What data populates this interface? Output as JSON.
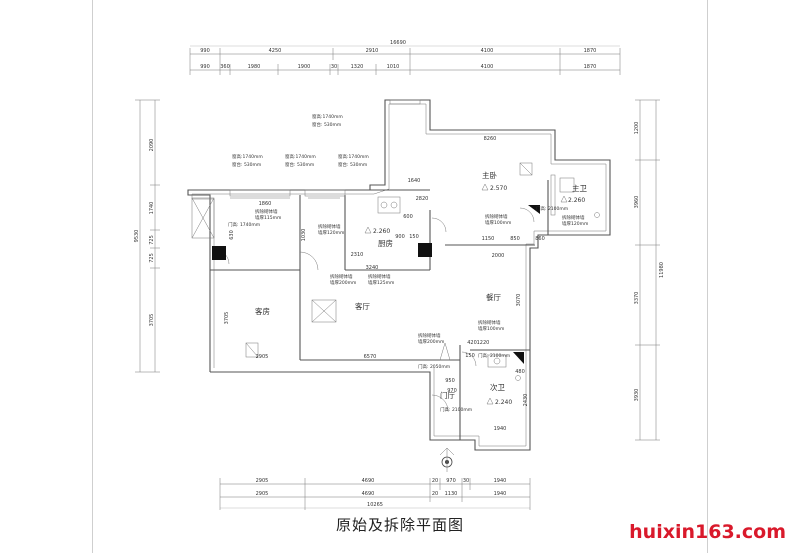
{
  "title": "原始及拆除平面图",
  "watermark": "huixin163.com",
  "dimensions": {
    "top_total": "16690",
    "top_row1": [
      "990",
      "4250",
      "2910",
      "4100",
      "1870"
    ],
    "top_row2": [
      "990",
      "360",
      "1980",
      "1900",
      "30",
      "1320",
      "1010",
      "4100",
      "1870"
    ],
    "bottom_row1": [
      "2905",
      "4690",
      "20",
      "970",
      "30",
      "1940"
    ],
    "bottom_row2": [
      "2905",
      "4690",
      "20",
      "1130",
      "1940"
    ],
    "bottom_total": "10265",
    "left_outer": "9530",
    "left_inner": [
      "2090",
      "1740",
      "725",
      "725",
      "3705"
    ],
    "right_outer": "11980",
    "right_inner": [
      "1200",
      "3960",
      "3370",
      "3930"
    ],
    "interior": [
      "1860",
      "1640",
      "8260",
      "2820",
      "2310",
      "3240",
      "2000",
      "1150",
      "850",
      "860",
      "6570",
      "2905",
      "1220",
      "1940",
      "3070",
      "3705",
      "2430",
      "420",
      "900",
      "150",
      "600",
      "950",
      "150",
      "480",
      "970",
      "630",
      "1030"
    ]
  },
  "window_notes": [
    {
      "height": "窗高:1740mm",
      "sill": "窗台: 530mm"
    },
    {
      "height": "窗高:1740mm",
      "sill": "窗台: 530mm"
    },
    {
      "height": "窗高:1740mm",
      "sill": "窗台: 530mm"
    },
    {
      "height": "窗高:1740mm",
      "sill": "窗台: 530mm"
    }
  ],
  "rooms": {
    "master_bedroom": "主卧",
    "master_bath": "主卫",
    "kitchen": "厨房",
    "living": "客厅",
    "guest_room": "客房",
    "dining": "餐厅",
    "second_bath": "次卫",
    "foyer": "门厅"
  },
  "elevations": {
    "master_bedroom": "2.570",
    "master_bath": "2.260",
    "kitchen": "2.260",
    "second_bath": "2.240"
  },
  "demolition_notes": [
    {
      "line1": "拆除砌体墙",
      "line2": "墙厚115mm"
    },
    {
      "line1": "拆除砌体墙",
      "line2": "墙厚120mm"
    },
    {
      "line1": "拆除砌体墙",
      "line2": "墙厚200mm"
    },
    {
      "line1": "拆除砌体墙",
      "line2": "墙厚125mm"
    },
    {
      "line1": "拆除砌体墙",
      "line2": "墙厚100mm"
    },
    {
      "line1": "拆除砌体墙",
      "line2": "墙厚120mm"
    },
    {
      "line1": "拆除砌体墙",
      "line2": "墙厚100mm"
    },
    {
      "line1": "拆除砌体墙",
      "line2": "墙厚200mm"
    }
  ],
  "door_notes": [
    "门高: 1740mm",
    "门高: 2100mm",
    "门高: 2100mm",
    "门高: 2050mm",
    "门高: 2100mm"
  ]
}
